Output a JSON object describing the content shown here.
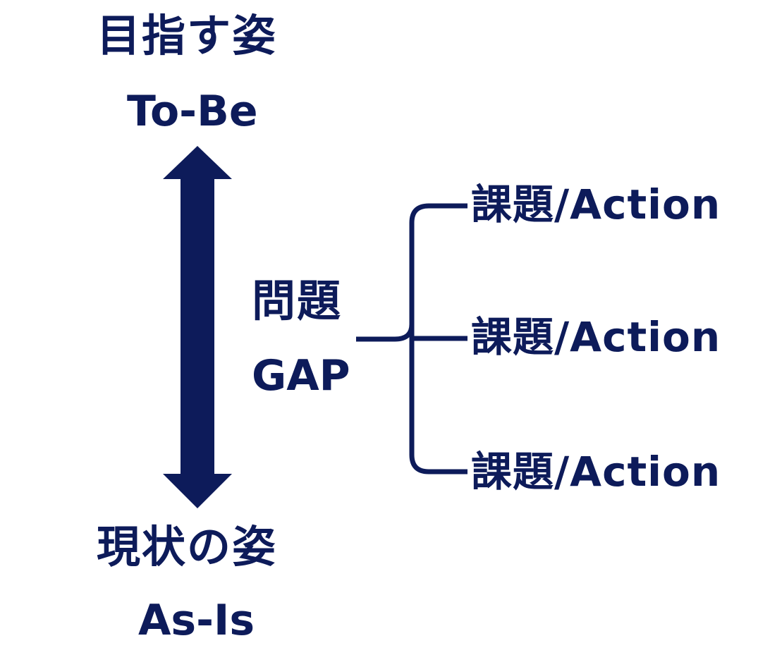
{
  "colors": {
    "primary": "#0d1b5a",
    "background": "#ffffff"
  },
  "to_be": {
    "label_ja": "目指す姿",
    "label_en": "To-Be"
  },
  "as_is": {
    "label_ja": "現状の姿",
    "label_en": "As-Is"
  },
  "gap": {
    "label_ja": "問題",
    "label_en": "GAP"
  },
  "tasks": [
    {
      "label": "課題/Action"
    },
    {
      "label": "課題/Action"
    },
    {
      "label": "課題/Action"
    }
  ],
  "arrow": {
    "icon": "double-headed-vertical-arrow"
  }
}
